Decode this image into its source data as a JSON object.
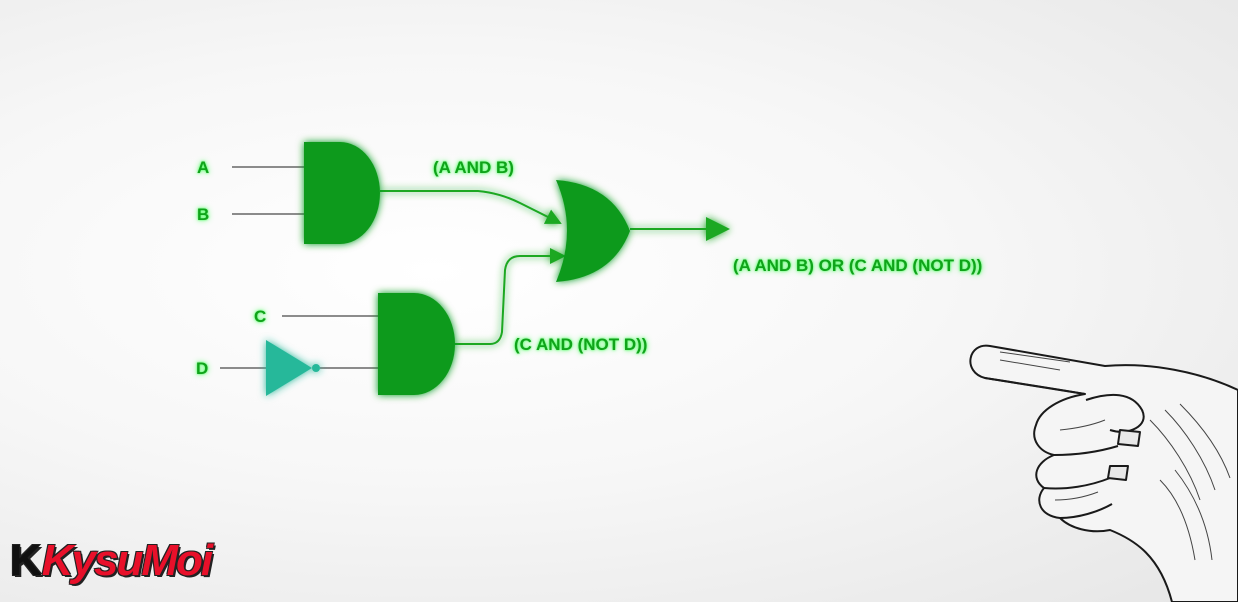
{
  "inputs": {
    "a": "A",
    "b": "B",
    "c": "C",
    "d": "D"
  },
  "labels": {
    "and_ab": "(A AND B)",
    "and_c_not_d": "(C AND (NOT D))",
    "output": "(A AND B) OR (C AND (NOT D))"
  },
  "gates": [
    {
      "type": "AND",
      "inputs": [
        "A",
        "B"
      ]
    },
    {
      "type": "NOT",
      "inputs": [
        "D"
      ]
    },
    {
      "type": "AND",
      "inputs": [
        "C",
        "NOT D"
      ]
    },
    {
      "type": "OR",
      "inputs": [
        "(A AND B)",
        "(C AND (NOT D))"
      ]
    }
  ],
  "logo": {
    "mark": "K",
    "part1": "Kysu",
    "part2": "Moi"
  },
  "colors": {
    "gate_fill": "#0f9a1e",
    "wire": "#1aa823",
    "not_gate": "#27b89a",
    "glow": "#49ff5a",
    "logo_red": "#e8102a"
  },
  "decor": {
    "hand": "pointing-hand-illustration"
  }
}
